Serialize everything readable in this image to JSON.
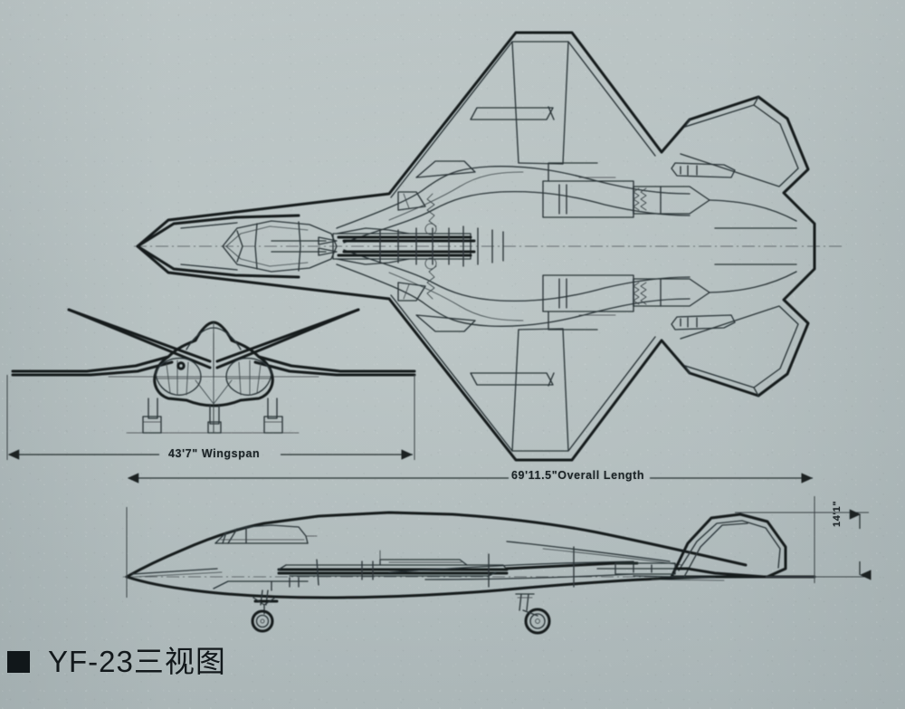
{
  "document": {
    "kind": "scanned-technical-drawing",
    "subject": "YF-23",
    "paper_color": "#b2bdbe",
    "ink_color": "#1c2326"
  },
  "caption": {
    "bullet": "black-square-bullet",
    "text": "YF-23三视图"
  },
  "dimensions": {
    "wingspan": {
      "label": "43'7\" Wingspan",
      "value": "43'7\"",
      "name": "Wingspan"
    },
    "overall_length": {
      "label": "69'11.5\"Overall Length",
      "value": "69'11.5\"",
      "name": "Overall Length"
    },
    "height": {
      "label": "14'1\"",
      "value": "14'1\"",
      "name": "Height"
    }
  },
  "views": [
    {
      "id": "plan-view",
      "name": "Top / Plan View"
    },
    {
      "id": "front-view",
      "name": "Front View"
    },
    {
      "id": "side-view",
      "name": "Side / Profile View"
    }
  ]
}
